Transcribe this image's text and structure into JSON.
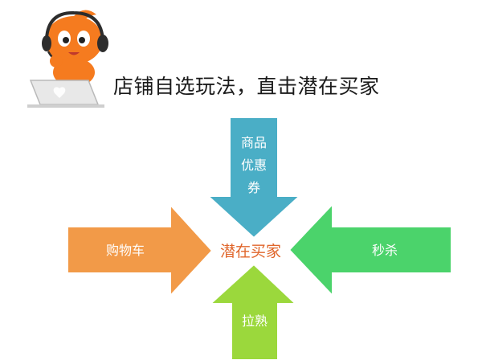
{
  "header": {
    "title": "店铺自选玩法，直击潜在买家"
  },
  "diagram": {
    "center_label": "潜在买家",
    "arrows": [
      {
        "id": "top",
        "label_lines": [
          "商品",
          "优惠",
          "券"
        ],
        "color": "#4aaec6"
      },
      {
        "id": "left",
        "label_lines": [
          "购物车"
        ],
        "color": "#f29a48"
      },
      {
        "id": "right",
        "label_lines": [
          "秒杀"
        ],
        "color": "#4bd36b"
      },
      {
        "id": "bottom",
        "label_lines": [
          "拉熟"
        ],
        "color": "#9bd83c"
      }
    ]
  },
  "mascot": {
    "icon": "orange-mascot-with-laptop-icon",
    "color": "#f57b1f"
  }
}
